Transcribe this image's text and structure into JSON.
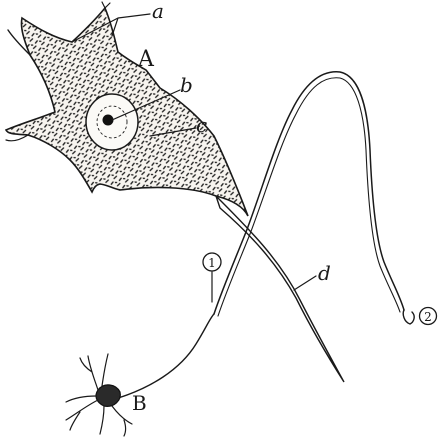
{
  "labels": {
    "a": "a",
    "A": "A",
    "b": "b",
    "c": "c",
    "d": "d",
    "B": "B",
    "circle1": "1",
    "circle2": "2"
  }
}
